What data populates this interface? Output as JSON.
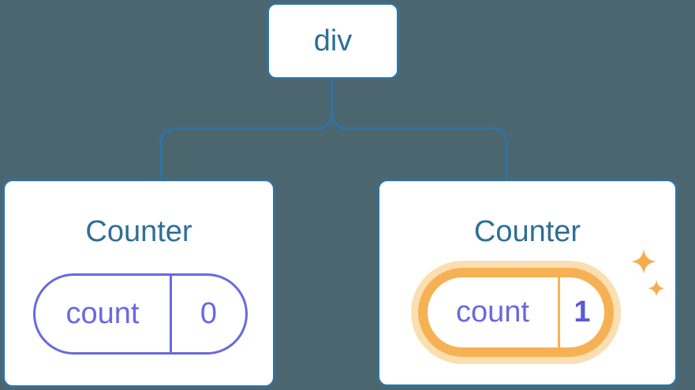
{
  "tree": {
    "root": {
      "label": "div"
    },
    "children": [
      {
        "title": "Counter",
        "state": {
          "key": "count",
          "value": "0"
        },
        "highlighted": false
      },
      {
        "title": "Counter",
        "state": {
          "key": "count",
          "value": "1"
        },
        "highlighted": true
      }
    ]
  },
  "colors": {
    "background": "#4C6670",
    "stroke": "#31729F",
    "nodeText": "#2E6F96",
    "purple": "#6A68DE",
    "purpleBold": "#5B5AD6",
    "orange": "#F7B155",
    "halo": "#FBDFB0",
    "sparkle": "#F6AD49"
  }
}
